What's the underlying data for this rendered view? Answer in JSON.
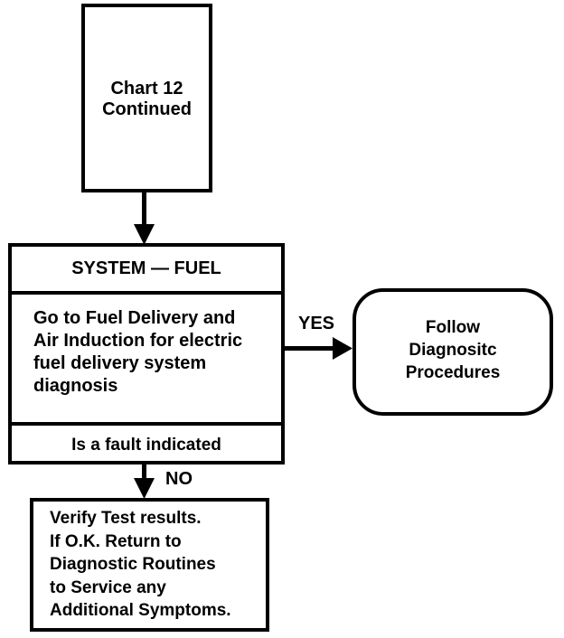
{
  "flowchart": {
    "start_box": {
      "lines": [
        "Chart 12",
        "Continued"
      ]
    },
    "decision_box": {
      "header": "SYSTEM — FUEL",
      "body_lines": [
        "Go to Fuel Delivery and",
        "Air Induction for electric",
        "fuel delivery system",
        "diagnosis"
      ],
      "question": "Is a fault indicated"
    },
    "yes_branch": {
      "label": "YES",
      "lines": [
        "Follow",
        "Diagnositc",
        "Procedures"
      ]
    },
    "no_branch": {
      "label": "NO",
      "lines": [
        "Verify Test results.",
        "If O.K. Return to",
        "Diagnostic Routines",
        "to Service any",
        "Additional Symptoms."
      ]
    }
  }
}
